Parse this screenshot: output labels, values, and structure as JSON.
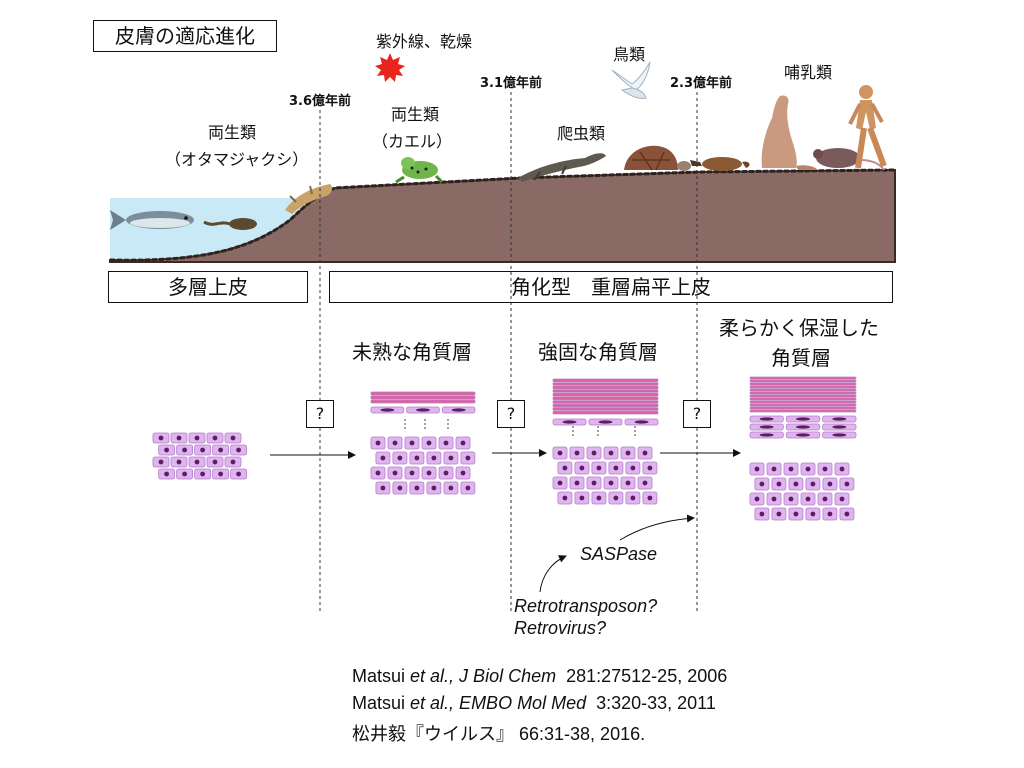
{
  "title": "皮膚の適応進化",
  "hazard": "紫外線、乾燥",
  "eras": {
    "e1": "3.6億年前",
    "e2": "3.1億年前",
    "e3": "2.3億年前"
  },
  "groups": {
    "tadpole_1": "両生類",
    "tadpole_2": "（オタマジャクシ）",
    "frog_1": "両生類",
    "frog_2": "（カエル）",
    "reptile": "爬虫類",
    "bird": "鳥類",
    "mammal": "哺乳類"
  },
  "bands": {
    "multilayer": "多層上皮",
    "keratinized": "角化型　重層扁平上皮"
  },
  "stratum": {
    "immature": "未熟な角質層",
    "robust": "強固な角質層",
    "soft_1": "柔らかく保湿した",
    "soft_2": "角質層"
  },
  "question_mark": "?",
  "mechanism": {
    "enzyme": "SASPase",
    "origin_1": "Retrotransposon?",
    "origin_2": "Retrovirus?"
  },
  "references": [
    {
      "author": "Matsui ",
      "etal": "et al., J Biol Chem",
      "rest": "  281:27512-25, 2006"
    },
    {
      "author": "Matsui ",
      "etal": "et al., EMBO Mol Med",
      "rest": "  3:320-33, 2011"
    },
    {
      "author": "松井毅『ウイルス』 66:31-38, 2016.",
      "etal": "",
      "rest": ""
    }
  ],
  "colors": {
    "soil": "#8a6a64",
    "water": "#c9e9f7",
    "cell": "#dfb4f0",
    "nucleus": "#5b1f5e",
    "keratin": "#e0609a",
    "sun": "#e8241c"
  }
}
